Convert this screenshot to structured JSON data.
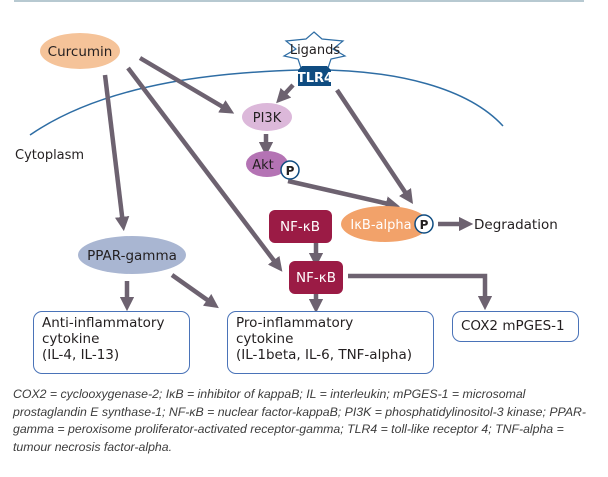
{
  "diagram": {
    "region_label": "Cytoplasm",
    "nodes": {
      "curcumin": "Curcumin",
      "ligands": "Ligands",
      "tlr4": "TLR4",
      "pi3k": "PI3K",
      "akt": "Akt",
      "phospho": "P",
      "nfkb_bound": "NF-κB",
      "ikb_alpha": "IκB-alpha",
      "nfkb_free": "NF-κB",
      "degradation": "Degradation",
      "ppar_gamma": "PPAR-gamma"
    },
    "boxes": {
      "anti_inflammatory": [
        "Anti-inflammatory",
        "cytokine",
        "(IL-4, IL-13)"
      ],
      "pro_inflammatory": [
        "Pro-inflammatory",
        "cytokine",
        "(IL-1beta, IL-6, TNF-alpha)"
      ],
      "cox2": "COX2 mPGES-1"
    },
    "edges": [
      {
        "from": "Curcumin",
        "to": "PI3K"
      },
      {
        "from": "Curcumin",
        "to": "PPAR-gamma"
      },
      {
        "from": "Curcumin",
        "to": "NF-κB"
      },
      {
        "from": "TLR4",
        "to": "PI3K"
      },
      {
        "from": "TLR4",
        "to": "IκB-alpha P"
      },
      {
        "from": "PI3K",
        "to": "Akt"
      },
      {
        "from": "Akt P",
        "to": "IκB-alpha P"
      },
      {
        "from": "IκB-alpha P",
        "to": "Degradation"
      },
      {
        "from": "NF-κB (bound)",
        "to": "NF-κB"
      },
      {
        "from": "NF-κB",
        "to": "Pro-inflammatory cytokine"
      },
      {
        "from": "NF-κB",
        "to": "COX2 mPGES-1"
      },
      {
        "from": "PPAR-gamma",
        "to": "Anti-inflammatory cytokine"
      },
      {
        "from": "PPAR-gamma",
        "to": "Pro-inflammatory cytokine"
      }
    ],
    "colors": {
      "curcumin": "#f5c399",
      "tlr4": "#0f4c81",
      "membrane": "#2e6da4",
      "pi3k": "#dcb8da",
      "akt": "#b473b4",
      "nfkb": "#9b1b45",
      "ikb": "#f2a26a",
      "ppar": "#a9b6d2",
      "arrow": "#6d6270",
      "box_border": "#4a73b8"
    }
  },
  "caption": "COX2 = cyclooxygenase-2; IκB = inhibitor of kappaB; IL = interleukin; mPGES-1 = microsomal prostaglandin E synthase-1; NF-κB = nuclear factor-kappaB; PI3K = phosphatidylinositol-3 kinase; PPAR-gamma = peroxisome proliferator-activated receptor-gamma; TLR4 = toll-like receptor 4; TNF-alpha = tumour necrosis factor-alpha."
}
